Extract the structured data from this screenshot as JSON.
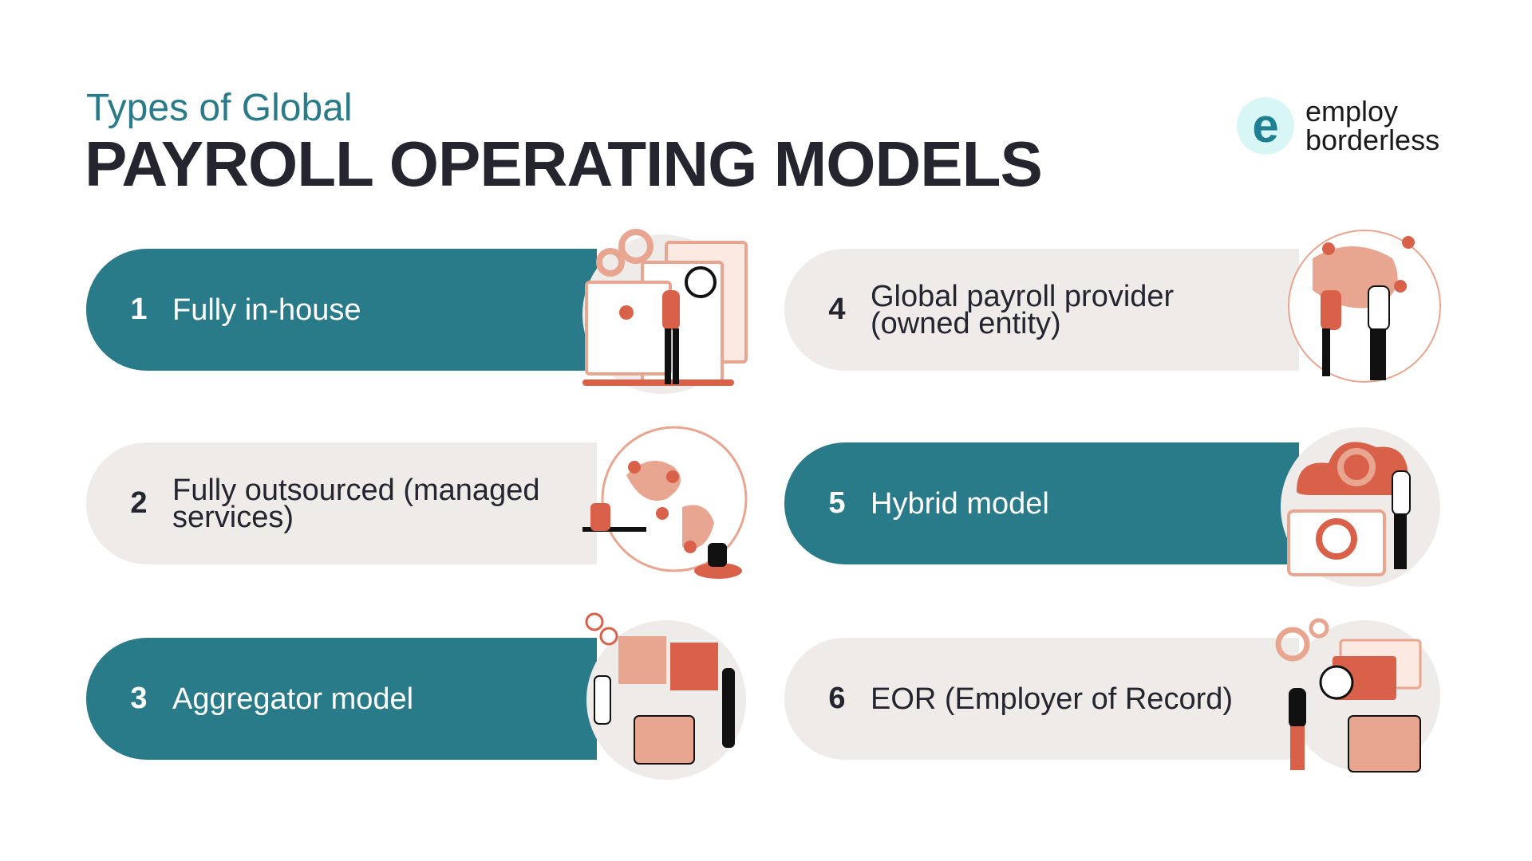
{
  "header": {
    "subtitle": "Types of Global",
    "title": "PAYROLL OPERATING MODELS"
  },
  "logo": {
    "mark": "e",
    "line1": "employ",
    "line2": "borderless"
  },
  "colors": {
    "teal": "#2a7b8a",
    "grey": "#efebe8",
    "accent": "#d9614a",
    "peach": "#e8a58f"
  },
  "models": [
    {
      "number": "1",
      "label": "Fully in-house",
      "style": "teal",
      "icon": "webpages-magnifier-illustration"
    },
    {
      "number": "2",
      "label": "Fully outsourced (managed services)",
      "style": "grey",
      "icon": "globe-remote-workers-illustration"
    },
    {
      "number": "3",
      "label": "Aggregator model",
      "style": "teal",
      "icon": "puzzle-briefcase-illustration"
    },
    {
      "number": "4",
      "label": "Global payroll provider (owned entity)",
      "style": "grey",
      "icon": "globe-handshake-illustration"
    },
    {
      "number": "5",
      "label": "Hybrid model",
      "style": "teal",
      "icon": "cloud-gears-illustration"
    },
    {
      "number": "6",
      "label": "EOR (Employer of Record)",
      "style": "grey",
      "icon": "id-card-briefcase-illustration"
    }
  ]
}
